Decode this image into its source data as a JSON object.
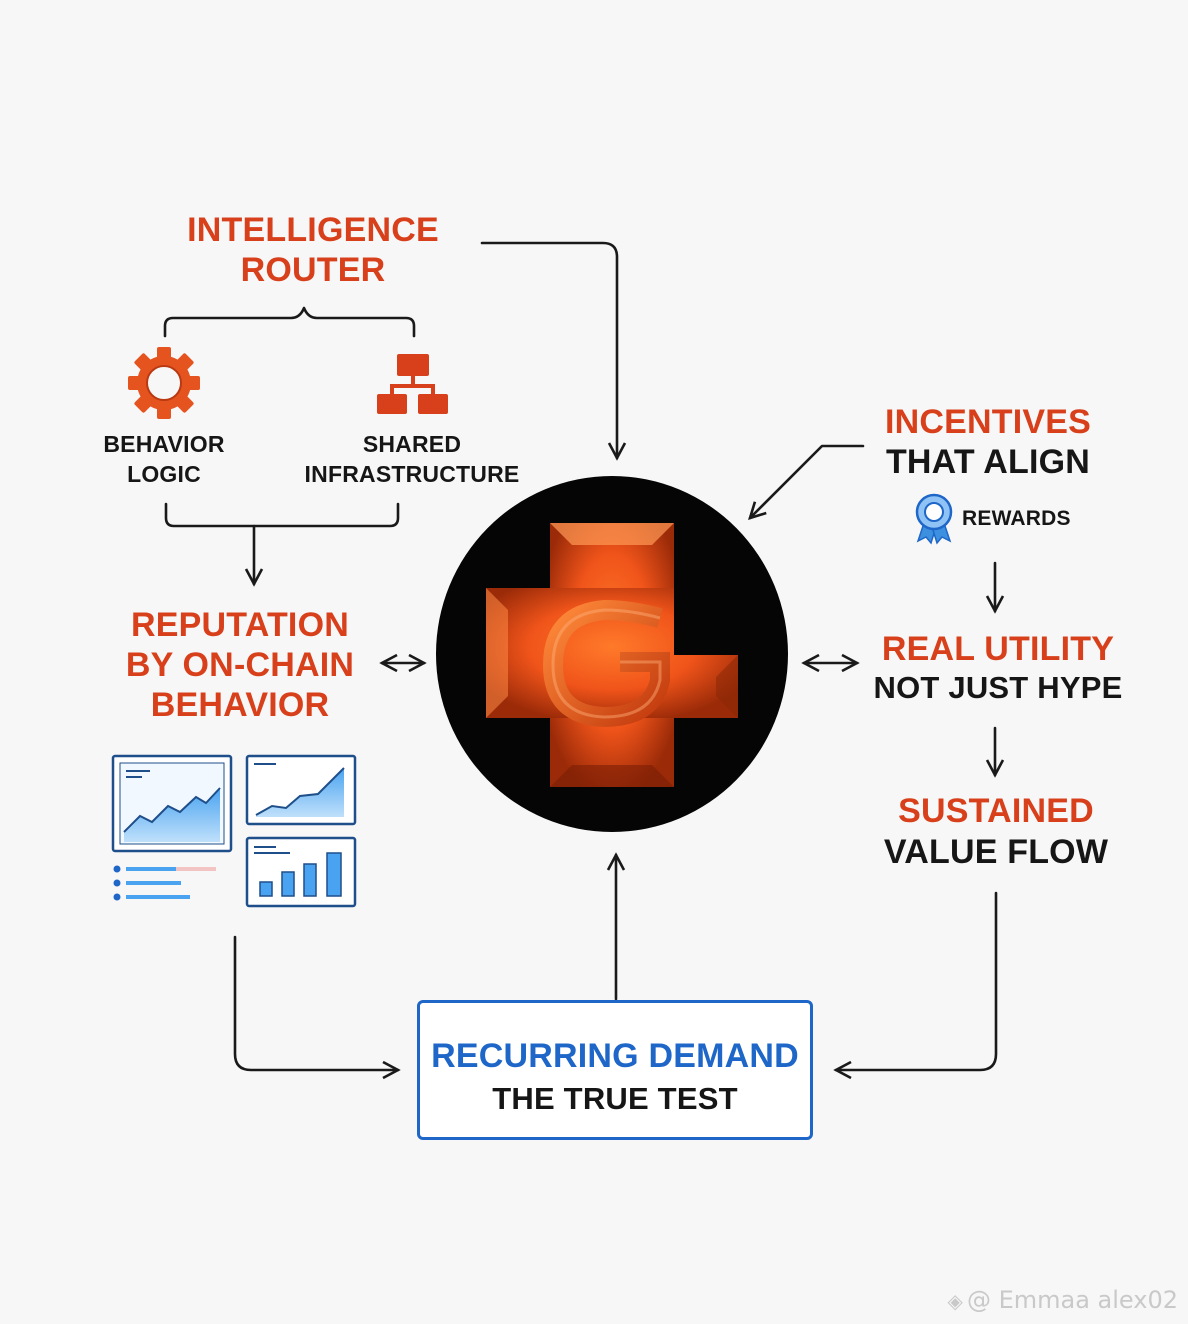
{
  "router": {
    "title_line1": "INTELLIGENCE",
    "title_line2": "ROUTER"
  },
  "behavior": {
    "line1": "BEHAVIOR",
    "line2": "LOGIC",
    "icon": "gear-icon"
  },
  "infra": {
    "line1": "SHARED",
    "line2": "INFRASTRUCTURE",
    "icon": "hierarchy-icon"
  },
  "reputation": {
    "line1": "REPUTATION",
    "line2": "BY ON-CHAIN",
    "line3": "BEHAVIOR",
    "icon": "dashboard-charts-icon"
  },
  "incentives": {
    "line1": "INCENTIVES",
    "line2": "THAT ALIGN",
    "rewards_label": "REWARDS",
    "icon": "ribbon-award-icon"
  },
  "utility": {
    "line1": "REAL UTILITY",
    "line2": "NOT JUST HYPE"
  },
  "sustained": {
    "line1": "SUSTAINED",
    "line2": "VALUE FLOW"
  },
  "demand": {
    "line1": "RECURRING DEMAND",
    "line2": "THE TRUE TEST"
  },
  "center": {
    "icon": "g-cross-logo"
  },
  "watermark": {
    "text": "@ Emmaa alex02"
  },
  "colors": {
    "accent_orange": "#d8401c",
    "accent_blue": "#1e67c8",
    "text_dark": "#161616"
  }
}
